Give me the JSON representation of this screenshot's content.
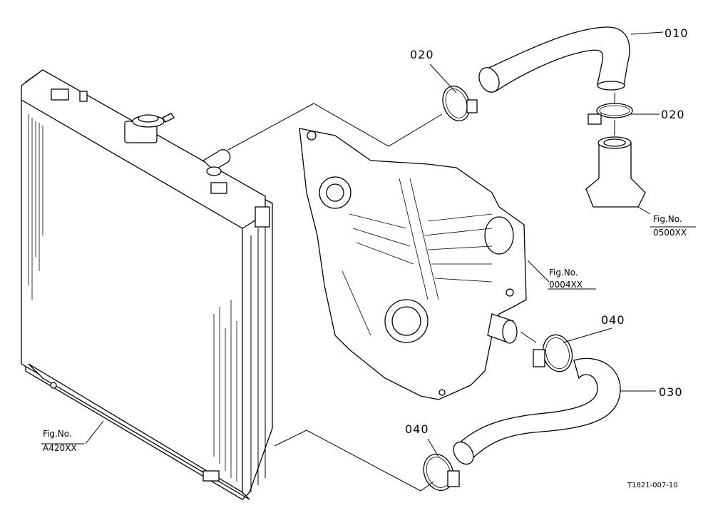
{
  "parts": {
    "p010": "010",
    "p020a": "020",
    "p020b": "020",
    "p030": "030",
    "p040a": "040",
    "p040b": "040"
  },
  "figrefs": {
    "fig0500": {
      "line1": "Fig.No.",
      "line2": "0500XX"
    },
    "fig0004": {
      "line1": "Fig.No.",
      "line2": "0004XX"
    },
    "figA420": {
      "line1": "Fig.No.",
      "line2": "A420XX"
    }
  },
  "drawing_code": "T1821-007-10"
}
